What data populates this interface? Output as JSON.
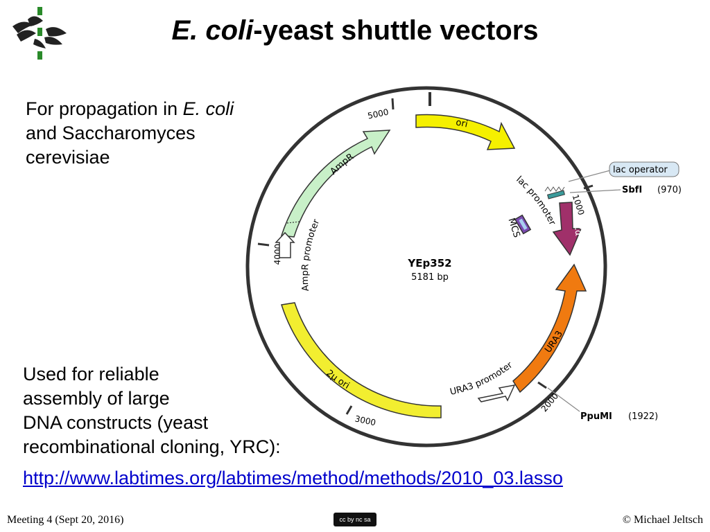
{
  "slide": {
    "title_italic": "E. coli",
    "title_rest": "-yeast shuttle vectors",
    "intro": {
      "line1_a": "For propagation in ",
      "line1_b": "E. coli",
      "line2": "and Saccharomyces",
      "line3": "cerevisiae"
    },
    "used": {
      "line1": "Used for reliable",
      "line2": "assembly of large",
      "line3": "DNA constructs (yeast",
      "line4": "recombinational cloning, YRC):"
    },
    "link": "http://www.labtimes.org/labtimes/method/methods/2010_03.lasso",
    "footer_left": "Meeting 4 (Sept 20, 2016)",
    "footer_right": "© Michael Jeltsch",
    "license_badge": "cc by nc sa"
  },
  "plasmid": {
    "name": "YEp352",
    "size": "5181 bp",
    "ticks": [
      "5000",
      "1000",
      "2000",
      "3000",
      "4000"
    ],
    "features": {
      "ori": "ori",
      "lac_promoter": "lac promoter",
      "lacz": "lacZα",
      "mcs": "MCS",
      "ura3": "URA3",
      "ura3_promoter": "URA3 promoter",
      "two_mu_ori": "2μ ori",
      "ampr": "AmpR",
      "ampr_promoter": "AmpR promoter"
    },
    "sites": {
      "lac_operator": "lac operator",
      "sbfi_name": "SbfI",
      "sbfi_pos": "(970)",
      "ppumi_name": "PpuMI",
      "ppumi_pos": "(1922)"
    },
    "colors": {
      "ori": "#f5f000",
      "lacz": "#a0306a",
      "ura3": "#f07a10",
      "two_mu_ori": "#f2ee30",
      "ampr": "#c8f0c8",
      "mcs": "#7a4ab0"
    }
  }
}
